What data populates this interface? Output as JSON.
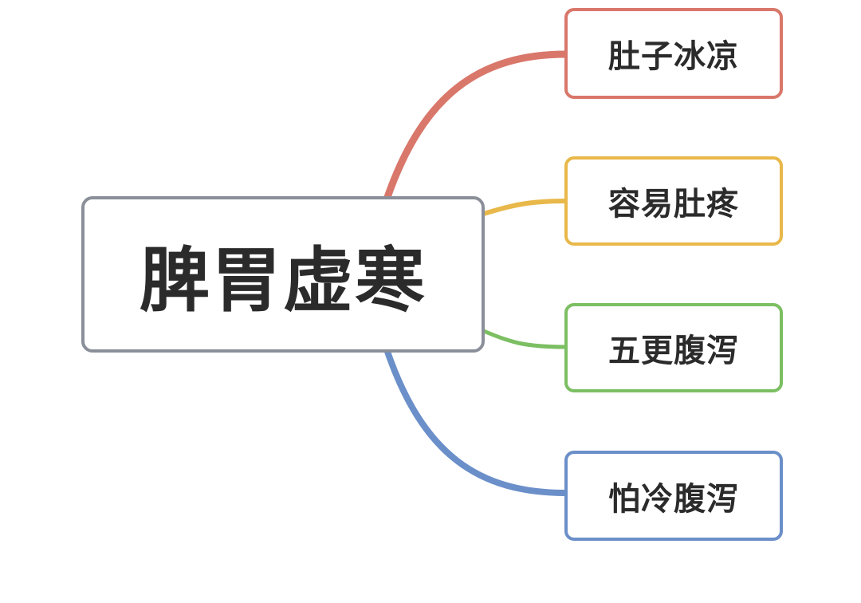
{
  "central_topic": "脾胃虚寒",
  "branches": [
    {
      "label": "肚子冰凉",
      "color": "#d9776b"
    },
    {
      "label": "容易肚疼",
      "color": "#e8b84a"
    },
    {
      "label": "五更腹泻",
      "color": "#7cbf63"
    },
    {
      "label": "怕冷腹泻",
      "color": "#6b8fc9"
    }
  ]
}
